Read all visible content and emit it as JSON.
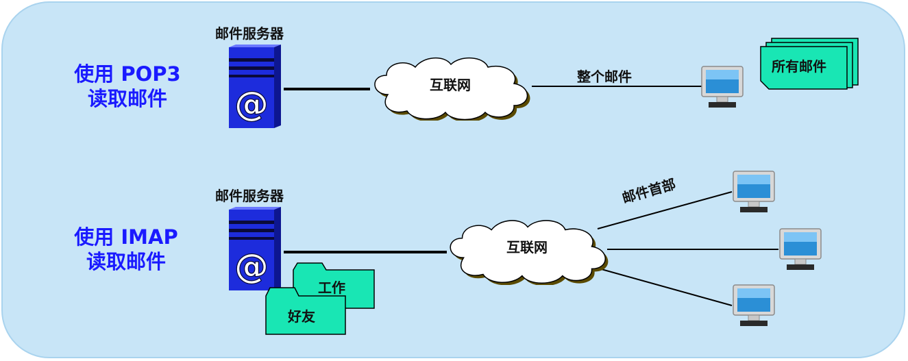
{
  "pop3": {
    "title_line1": "使用 POP3",
    "title_line2": "读取邮件",
    "server_label": "邮件服务器",
    "internet_label": "互联网",
    "edge_label": "整个邮件",
    "docs_label": "所有邮件"
  },
  "imap": {
    "title_line1": "使用 IMAP",
    "title_line2": "读取邮件",
    "server_label": "邮件服务器",
    "internet_label": "互联网",
    "edge_label": "邮件首部",
    "folder_work": "工作",
    "folder_friends": "好友"
  },
  "icons": {
    "server": "mail-server-icon",
    "monitor": "computer-monitor-icon",
    "cloud": "internet-cloud-icon",
    "folder": "folder-icon",
    "documents": "document-stack-icon"
  },
  "colors": {
    "background": "#c8e5f7",
    "title_text": "#1a1aff",
    "server_body": "#1d2cdc",
    "folder_fill": "#19e6b4",
    "cloud_fill": "#ffffff"
  }
}
